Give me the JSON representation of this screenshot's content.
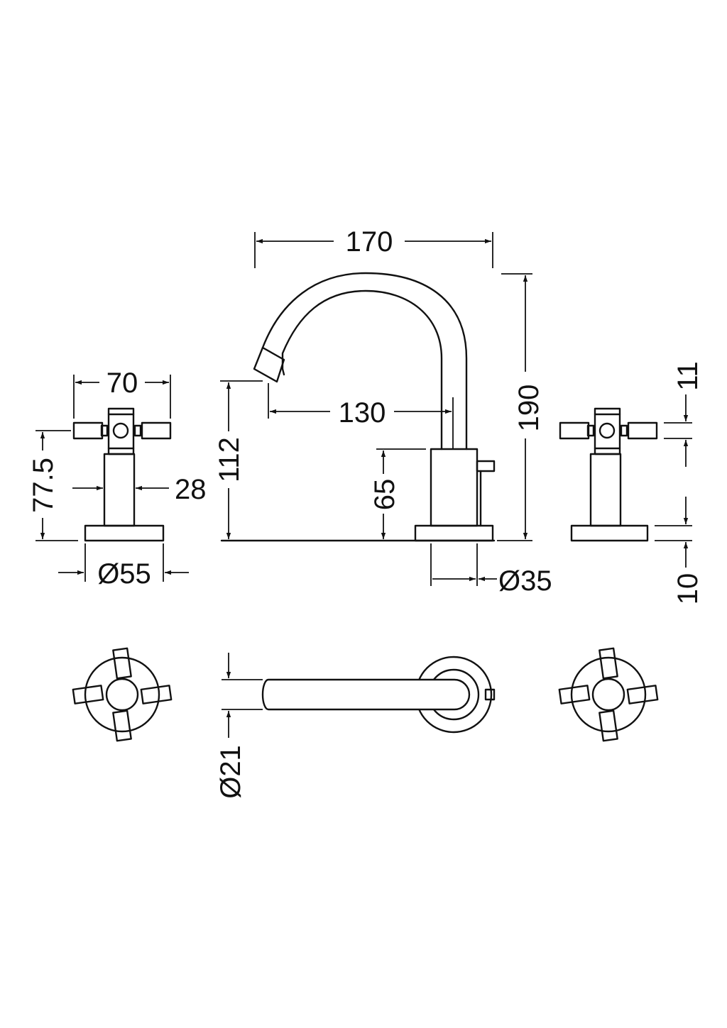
{
  "dimensions": {
    "overall_width": "170",
    "spout_height": "190",
    "spout_reach": "130",
    "outlet_height": "112",
    "body_height": "65",
    "body_diameter": "Ø35",
    "handle_span": "70",
    "handle_height": "77.5",
    "handle_stem": "28",
    "handle_base": "Ø55",
    "lever_thickness": "11",
    "base_thickness": "10",
    "spout_diameter": "Ø21"
  },
  "colors": {
    "line": "#111111",
    "background": "#ffffff"
  }
}
